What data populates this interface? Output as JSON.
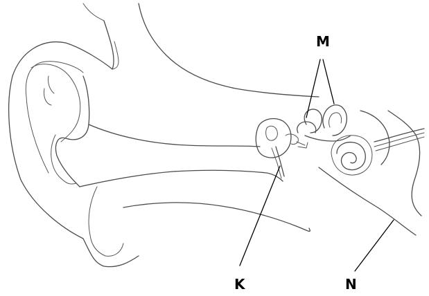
{
  "diagram": {
    "labels": {
      "m": "M",
      "k": "K",
      "n": "N"
    },
    "colors": {
      "line": "#4a4a4a",
      "leader": "#000000",
      "background": "#ffffff"
    }
  }
}
